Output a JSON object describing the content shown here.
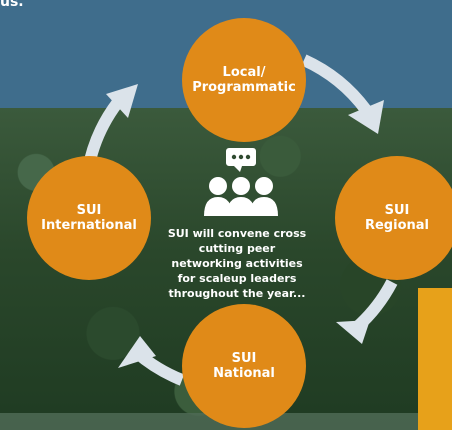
{
  "top_text": "us.",
  "nodes": {
    "top": {
      "line1": "Local/",
      "line2": "Programmatic"
    },
    "right": {
      "line1": "SUI",
      "line2": "Regional"
    },
    "bottom": {
      "line1": "SUI",
      "line2": "National"
    },
    "left": {
      "line1": "SUI",
      "line2": "International"
    }
  },
  "center_text": "SUI will convene cross cutting peer networking activities for scaleup leaders throughout the year...",
  "icons": {
    "center": "people-speech-bubble-icon",
    "arrows": "cycle-arrow-icon"
  },
  "colors": {
    "node": "#e08a18",
    "top_band": "#3f6d8c",
    "ring": "#dbe3ea",
    "accent": "#e7a11a"
  }
}
